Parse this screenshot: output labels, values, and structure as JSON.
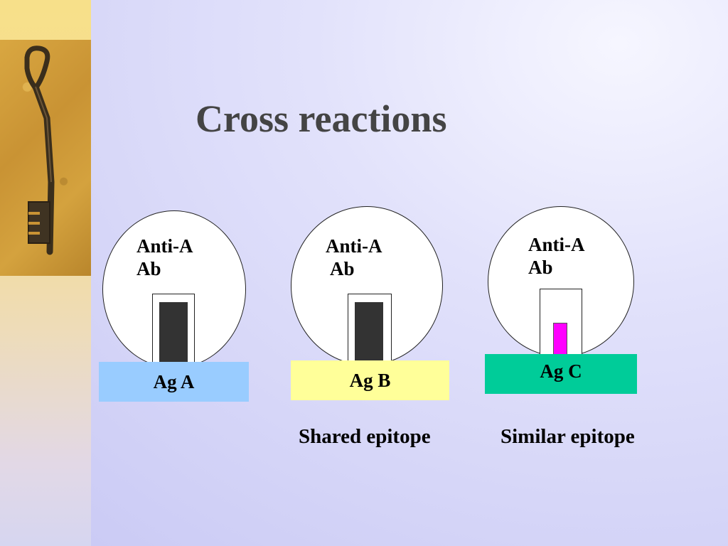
{
  "slide": {
    "title": "Cross reactions",
    "decorative_image": "skeleton-key-on-sand",
    "panels": [
      {
        "antibody_line1": "Anti-A",
        "antibody_line2": "Ab",
        "antigen_label": "Ag A",
        "antigen_color": "#99ccff",
        "epitope_color": "#333333",
        "caption": ""
      },
      {
        "antibody_line1": "Anti-A",
        "antibody_line2": "Ab",
        "antigen_label": "Ag B",
        "antigen_color": "#ffff99",
        "epitope_color": "#333333",
        "caption": "Shared epitope"
      },
      {
        "antibody_line1": "Anti-A",
        "antibody_line2": "Ab",
        "antigen_label": "Ag C",
        "antigen_color": "#00cc99",
        "epitope_color": "#ff00ff",
        "caption": "Similar epitope"
      }
    ]
  },
  "colors": {
    "title": "#444444",
    "background": "#d0d0f6",
    "left_strip": "#f7e08a"
  }
}
